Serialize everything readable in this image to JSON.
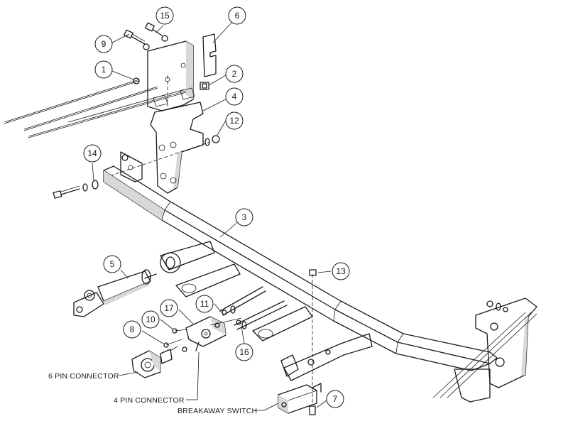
{
  "balloons": [
    {
      "num": "15",
      "name": "balloon-15"
    },
    {
      "num": "6",
      "name": "balloon-6"
    },
    {
      "num": "9",
      "name": "balloon-9"
    },
    {
      "num": "1",
      "name": "balloon-1"
    },
    {
      "num": "2",
      "name": "balloon-2"
    },
    {
      "num": "4",
      "name": "balloon-4"
    },
    {
      "num": "12",
      "name": "balloon-12"
    },
    {
      "num": "14",
      "name": "balloon-14"
    },
    {
      "num": "3",
      "name": "balloon-3"
    },
    {
      "num": "5",
      "name": "balloon-5"
    },
    {
      "num": "13",
      "name": "balloon-13"
    },
    {
      "num": "11",
      "name": "balloon-11"
    },
    {
      "num": "17",
      "name": "balloon-17"
    },
    {
      "num": "10",
      "name": "balloon-10"
    },
    {
      "num": "8",
      "name": "balloon-8"
    },
    {
      "num": "16",
      "name": "balloon-16"
    },
    {
      "num": "7",
      "name": "balloon-7"
    }
  ],
  "labels": {
    "six_pin": "6 PIN CONNECTOR",
    "four_pin": "4 PIN CONNECTOR",
    "breakaway": "BREAKAWAY SWITCH"
  }
}
